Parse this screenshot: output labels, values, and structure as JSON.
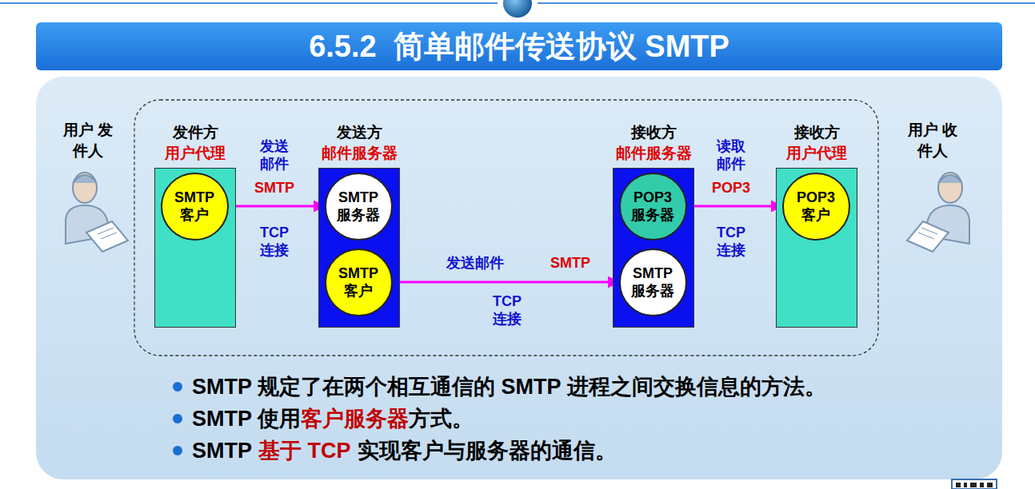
{
  "diagram": {
    "title": "6.5.2  简单邮件传送协议 SMTP",
    "nodes": [
      {
        "text": [
          "发件方",
          "用户代理"
        ]
      },
      {
        "text": [
          "SMTP 客户"
        ],
        "in": 0
      },
      {
        "text": [
          "发送方",
          "邮件服务器"
        ]
      },
      {
        "text": [
          "SMTP 服务器"
        ],
        "in": 2
      },
      {
        "text": [
          "SMTP 客户"
        ],
        "in": 2
      },
      {
        "text": [
          "接收方",
          "邮件服务器"
        ]
      },
      {
        "text": [
          "POP3 服务器"
        ],
        "in": 5
      },
      {
        "text": [
          "SMTP 服务器"
        ],
        "in": 5
      },
      {
        "text": [
          "接收方",
          "用户代理"
        ]
      },
      {
        "text": [
          "POP3 客户"
        ],
        "in": 8
      }
    ],
    "edges": [
      {
        "from": 1,
        "to": 3,
        "arrow": "to",
        "label": "发送 邮件"
      },
      {
        "from": 4,
        "to": 7,
        "arrow": "to",
        "label": "发送邮件"
      },
      {
        "from": 6,
        "to": 9,
        "arrow": "to",
        "label": "读取 邮件"
      }
    ],
    "labels": [
      "用户 发件人",
      "用户 收件人",
      "SMTP",
      "TCP 连接",
      "SMTP",
      "TCP 连接",
      "POP3",
      "TCP 连接",
      "SMTP 规定了在两个相互通信的 SMTP 进程之间交换信息的方法。",
      "SMTP 使用",
      "客户服务器",
      "方式。",
      "SMTP",
      "基于 TCP",
      "实现客户与服务器的通信。"
    ]
  }
}
